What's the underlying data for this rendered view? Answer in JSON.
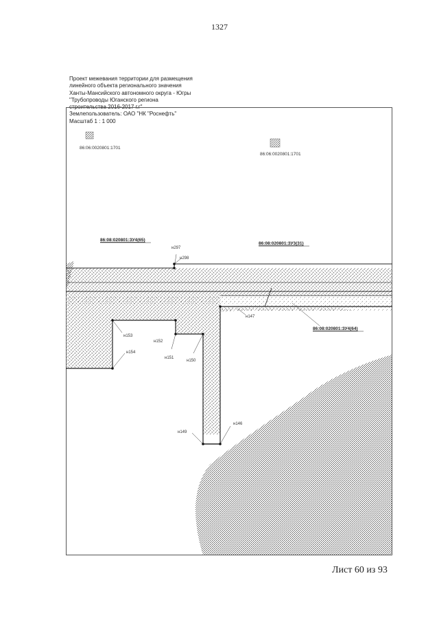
{
  "page": {
    "number": "1327"
  },
  "header": {
    "lines": [
      "Проект межевания территории для размещения",
      "линейного объекта регионального значения",
      "Ханты-Мансийского автономного округа - Югры",
      "\"Трубопроводы Юганского региона",
      "строительства 2016-2017 г.г\"",
      "Землепользователь: ОАО \"НК \"Роснефть\"",
      "Масштаб 1 : 1 000"
    ]
  },
  "legend": {
    "item_1": "86:06:0020801:1701",
    "item_2": "86:06:0020801:1701"
  },
  "map": {
    "parcels": {
      "zu4_65": "86:08:020801:ЗУ4(65)",
      "zu3_31": "86:08:020801:ЗУ3(31)",
      "zu4_64": "86:08:020801:ЗУ4(64)"
    },
    "points": {
      "n297": "н297",
      "n298": "н298",
      "n147": "н147",
      "n153": "н153",
      "n152": "н152",
      "n154": "н154",
      "n151": "н151",
      "n150": "н150",
      "n146": "н146",
      "n149": "н149"
    },
    "colors": {
      "stipple": "#7a7a7a",
      "line": "#222222",
      "frame": "#555555"
    }
  },
  "footer": {
    "sheet": "Лист 60 из 93"
  }
}
